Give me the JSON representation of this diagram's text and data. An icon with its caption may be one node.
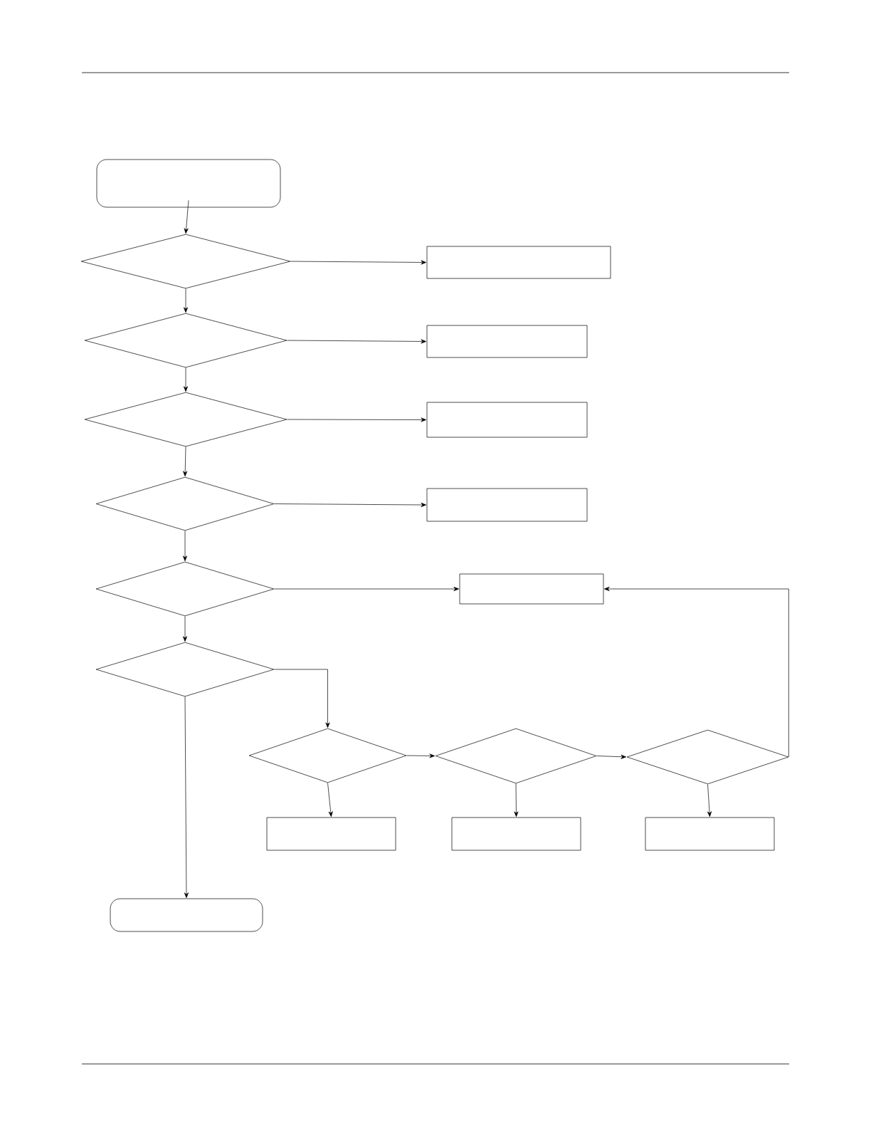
{
  "diagram": {
    "nodes": [
      {
        "text": [],
        "shape": "terminal"
      },
      {
        "text": [],
        "shape": "diamond"
      },
      {
        "text": [],
        "shape": "box"
      },
      {
        "text": [],
        "shape": "diamond"
      },
      {
        "text": [],
        "shape": "box"
      },
      {
        "text": [],
        "shape": "diamond"
      },
      {
        "text": [],
        "shape": "box"
      },
      {
        "text": [],
        "shape": "diamond"
      },
      {
        "text": [],
        "shape": "box"
      },
      {
        "text": [],
        "shape": "diamond"
      },
      {
        "text": [],
        "shape": "box"
      },
      {
        "text": [],
        "shape": "diamond"
      },
      {
        "text": [],
        "shape": "diamond"
      },
      {
        "text": [],
        "shape": "diamond"
      },
      {
        "text": [],
        "shape": "diamond"
      },
      {
        "text": [],
        "shape": "box"
      },
      {
        "text": [],
        "shape": "box"
      },
      {
        "text": [],
        "shape": "box"
      },
      {
        "text": [],
        "shape": "terminal"
      }
    ],
    "edges": [
      {
        "from": 0,
        "to": 1,
        "arrow": "to"
      },
      {
        "from": 1,
        "to": 2,
        "arrow": "to"
      },
      {
        "from": 1,
        "to": 3,
        "arrow": "to"
      },
      {
        "from": 3,
        "to": 4,
        "arrow": "to"
      },
      {
        "from": 3,
        "to": 5,
        "arrow": "to"
      },
      {
        "from": 5,
        "to": 6,
        "arrow": "to"
      },
      {
        "from": 5,
        "to": 7,
        "arrow": "to"
      },
      {
        "from": 7,
        "to": 8,
        "arrow": "to"
      },
      {
        "from": 7,
        "to": 9,
        "arrow": "to"
      },
      {
        "from": 9,
        "to": 10,
        "arrow": "to"
      },
      {
        "from": 9,
        "to": 11,
        "arrow": "to"
      },
      {
        "from": 11,
        "to": 12,
        "arrow": "to"
      },
      {
        "from": 11,
        "to": 18,
        "arrow": "to"
      },
      {
        "from": 12,
        "to": 13,
        "arrow": "to"
      },
      {
        "from": 12,
        "to": 15,
        "arrow": "to"
      },
      {
        "from": 13,
        "to": 14,
        "arrow": "to"
      },
      {
        "from": 13,
        "to": 16,
        "arrow": "to"
      },
      {
        "from": 14,
        "to": 17,
        "arrow": "to"
      },
      {
        "from": 14,
        "to": 10,
        "arrow": "to"
      }
    ]
  }
}
